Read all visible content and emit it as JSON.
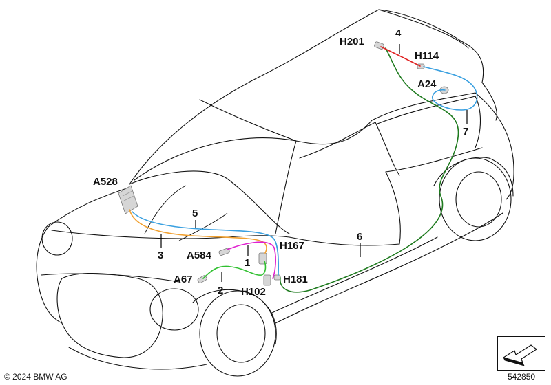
{
  "labels": {
    "a528": "A528",
    "a584": "A584",
    "a67": "A67",
    "h102": "H102",
    "h167": "H167",
    "h181": "H181",
    "h201": "H201",
    "h114": "H114",
    "a24": "A24"
  },
  "numbers": {
    "n1": "1",
    "n2": "2",
    "n3": "3",
    "n4": "4",
    "n5": "5",
    "n6": "6",
    "n7": "7"
  },
  "wire_colors": {
    "blue": "#3aa0e0",
    "orange": "#f0a030",
    "magenta": "#e020d0",
    "green": "#30c030",
    "dark_green": "#1e7a1e",
    "red": "#e02020"
  },
  "footer": {
    "copyright": "© 2024 BMW AG",
    "reference": "542850"
  },
  "corner_icon": "arrow-icon"
}
